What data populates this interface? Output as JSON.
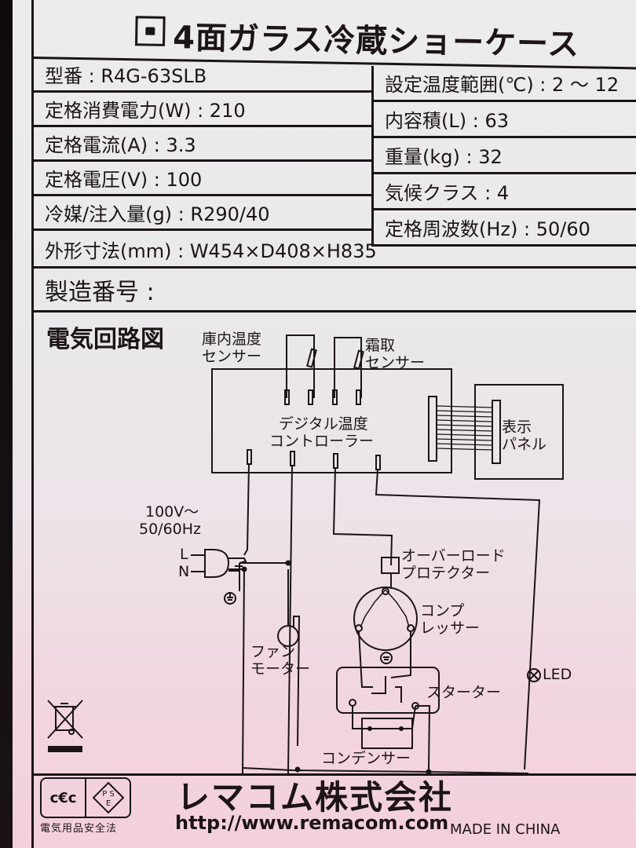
{
  "title": {
    "icon": "showcase-icon",
    "text": "4面ガラス冷蔵ショーケース"
  },
  "specs": {
    "left": [
      {
        "label": "型番",
        "value": "R4G-63SLB"
      },
      {
        "label": "定格消費電力(W)",
        "value": "210"
      },
      {
        "label": "定格電流(A)",
        "value": "3.3"
      },
      {
        "label": "定格電圧(V)",
        "value": "100"
      },
      {
        "label": "冷媒/注入量(g)",
        "value": "R290/40"
      }
    ],
    "right": [
      {
        "label": "設定温度範囲(℃)",
        "value": "2 ～ 12"
      },
      {
        "label": "内容積(L)",
        "value": "63"
      },
      {
        "label": "重量(kg)",
        "value": "32"
      },
      {
        "label": "気候クラス",
        "value": "4"
      },
      {
        "label": "定格周波数(Hz)",
        "value": "50/60"
      }
    ],
    "dimensions": {
      "label": "外形寸法(mm)",
      "value": "W454×D408×H835"
    },
    "serial": {
      "label": "製造番号",
      "value": ""
    }
  },
  "formatted": {
    "l0": "型番 : R4G-63SLB",
    "l1": "定格消費電力(W) : 210",
    "l2": "定格電流(A) : 3.3",
    "l3": "定格電圧(V) : 100",
    "l4": "冷媒/注入量(g) : R290/40",
    "r0": "設定温度範囲(℃) : 2 ～ 12",
    "r1": "内容積(L) : 63",
    "r2": "重量(kg) : 32",
    "r3": "気候クラス : 4",
    "r4": "定格周波数(Hz) : 50/60",
    "dim": "外形寸法(mm) : W454×D408×H835",
    "serial": "製造番号 :"
  },
  "diagram": {
    "title": "電気回路図",
    "labels": {
      "room_sensor": [
        "庫内温度",
        "センサー"
      ],
      "defrost_sensor": [
        "霜取",
        "センサー"
      ],
      "controller": [
        "デジタル温度",
        "コントローラー"
      ],
      "display_panel": [
        "表示",
        "パネル"
      ],
      "power": [
        "100V～",
        "50/60Hz"
      ],
      "line": "L",
      "neutral": "N",
      "overload": [
        "オーバーロード",
        "プロテクター"
      ],
      "compressor": [
        "コンプ",
        "レッサー"
      ],
      "fan_motor": [
        "ファン",
        "モーター"
      ],
      "starter": "スターター",
      "led": "LED",
      "capacitor": "コンデンサー"
    }
  },
  "footer": {
    "cert_left": "c€c",
    "cert_right": "PSE",
    "cert_caption": "電気用品安全法",
    "company": "レマコム株式会社",
    "url": "http://www.remacom.com",
    "origin": "MADE IN CHINA",
    "recycle_icon": "weee-crossed-bin-icon"
  },
  "colors": {
    "ink": "#1b1417",
    "label_top": "#ececed",
    "label_bottom": "#f3cfdc",
    "background": "#1a0c0e"
  }
}
